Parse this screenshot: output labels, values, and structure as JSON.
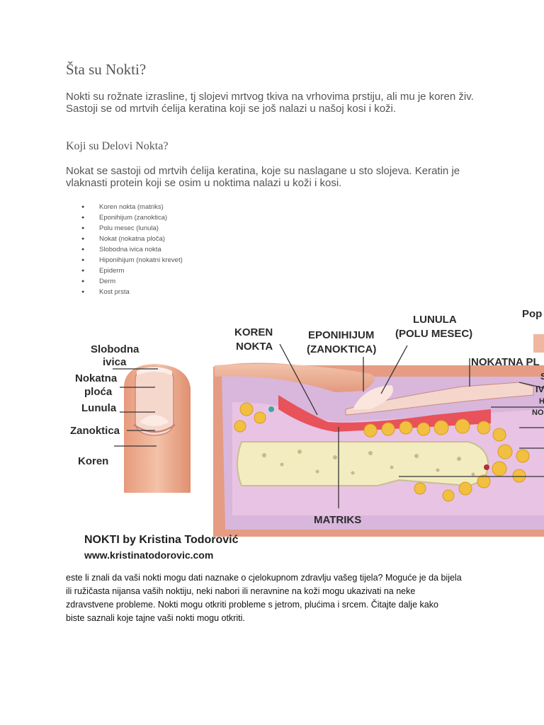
{
  "title": "Šta su Nokti?",
  "intro": {
    "line1": "Nokti su rožnate izrasline, tj slojevi mrtvog tkiva na vrhovima prstiju, ali mu je koren živ.",
    "line2": "Sastoji se od mrtvih ćelija keratina koji se još nalazi u našoj kosi i koži."
  },
  "subtitle": "Koji su Delovi Nokta?",
  "paragraph2": "Nokat se sastoji od mrtvih ćelija keratina, koje su naslagane u sto slojeva. Keratin je vlaknasti protein koji se osim u noktima nalazi u koži i kosi.",
  "parts": [
    "Koren nokta (matriks)",
    "Eponihijum (zanoktica)",
    "Polu mesec (lunula)",
    "Nokat (nokatna ploča)",
    "Slobodna ivica nokta",
    "Hiponihijum (nokatni krevet)",
    "Epiderm",
    "Derm",
    "Kost prsta"
  ],
  "figure": {
    "left_labels": {
      "slobodna_1": "Slobodna",
      "slobodna_2": "ivica",
      "nokatna_1": "Nokatna",
      "nokatna_2": "ploća",
      "lunula": "Lunula",
      "zanoktica": "Zanoktica",
      "koren": "Koren"
    },
    "top_labels": {
      "koren_1": "KOREN",
      "koren_2": "NOKTA",
      "eponihijum_1": "EPONIHIJUM",
      "eponihijum_2": "(ZANOKTICA)",
      "lunula_1": "LUNULA",
      "lunula_2": "(POLU MESEC)",
      "nokatna": "NOKATNA PL",
      "pop": "Pop",
      "matriks": "MATRIKS",
      "edge_s": "S",
      "edge_iv": "IV",
      "edge_h": "H",
      "edge_no": "NO"
    },
    "credit_line1": "NOKTI by Kristina Todorović",
    "credit_line2": "www.kristinatodorovic.com",
    "colors": {
      "skin": "#efb89e",
      "nail": "#f4d6cc",
      "bone": "#f3ecc0",
      "fat": "#f2c040",
      "dermis": "#d9b6dc",
      "matrix": "#e8525a"
    }
  },
  "paragraph3": {
    "line1": "este li znali da vaši nokti mogu dati naznake o cjelokupnom zdravlju vašeg tijela? Moguće je da bijela",
    "line2": "ili ružičasta nijansa vaših noktiju, neki nabori ili neravnine na koži mogu ukazivati na neke",
    "line3": "zdravstvene probleme. Nokti mogu otkriti probleme s jetrom, plućima i srcem. Čitajte dalje kako",
    "line4": "biste saznali koje tajne vaši nokti mogu otkriti."
  }
}
